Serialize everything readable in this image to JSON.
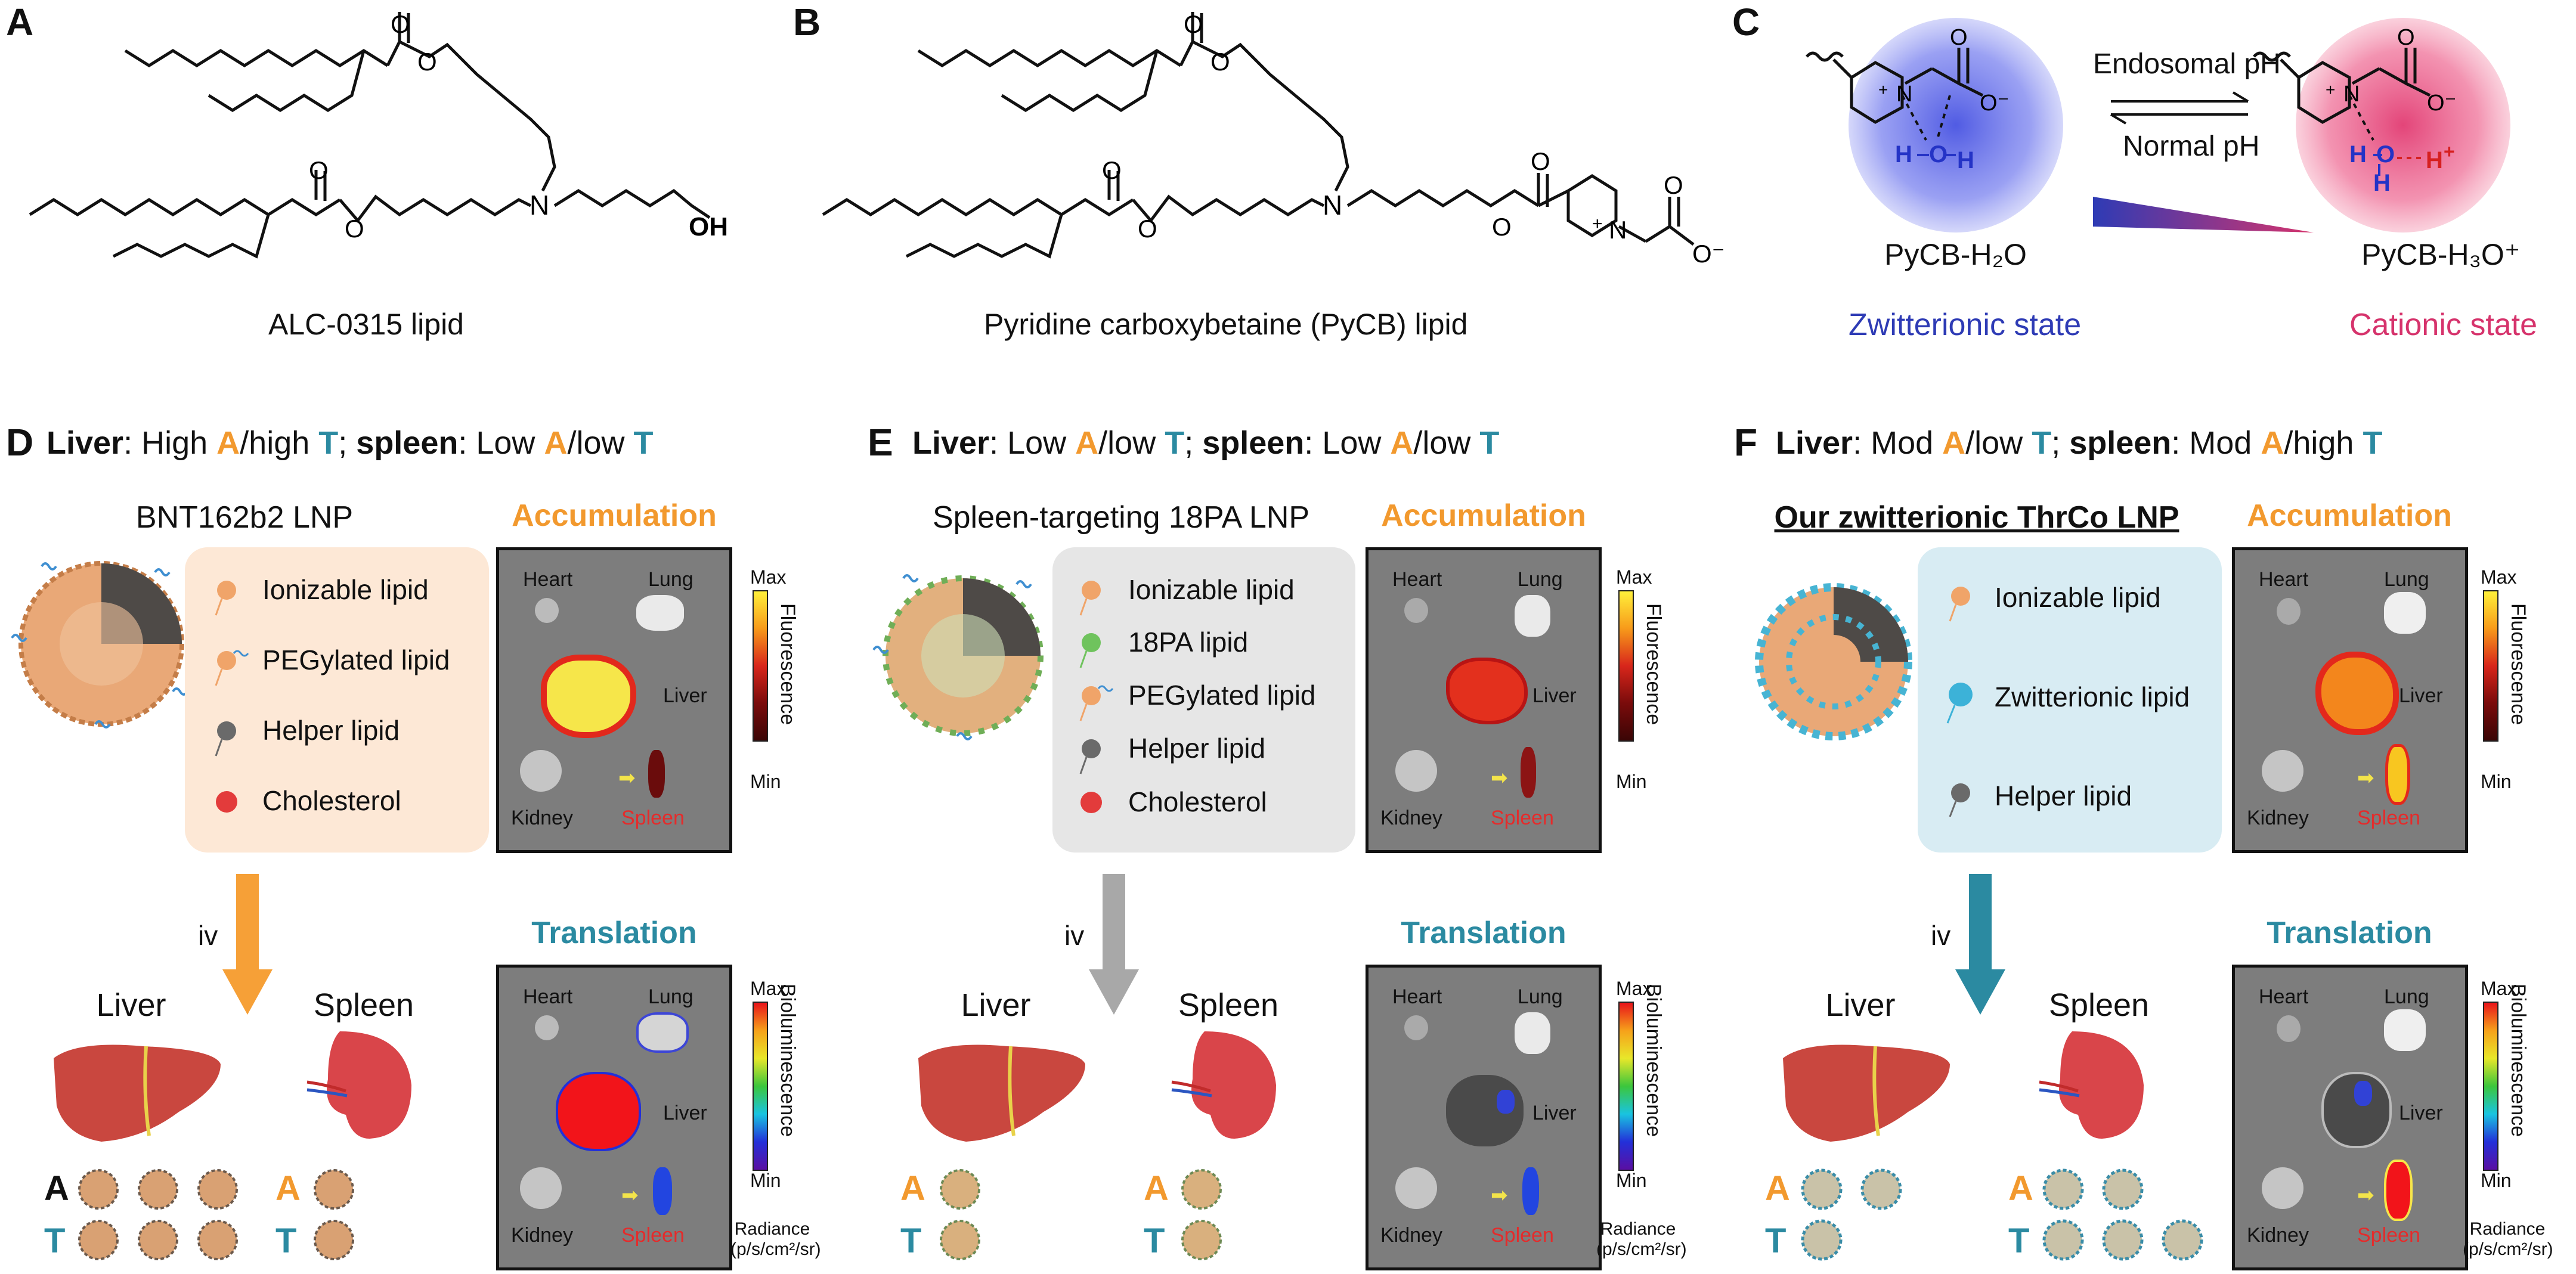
{
  "panels": {
    "A": {
      "letter": "A",
      "caption": "ALC-0315 lipid",
      "oh": "OH",
      "n": "N",
      "o": "O"
    },
    "B": {
      "letter": "B",
      "caption": "Pyridine carboxybetaine (PyCB) lipid",
      "n": "N",
      "o": "O",
      "plus": "+",
      "ominus": "O⁻"
    },
    "C": {
      "letter": "C",
      "arrow_top": "Endosomal pH",
      "arrow_bottom": "Normal pH",
      "left_name": "PyCB-H₂O",
      "right_name": "PyCB-H₃O⁺",
      "left_state": "Zwitterionic state",
      "right_state": "Cationic state",
      "atoms": {
        "n": "N",
        "o": "O",
        "h": "H",
        "plus": "+",
        "ominus": "O⁻"
      }
    },
    "D": {
      "letter": "D",
      "h_liver": "Liver",
      "h_p1": ": High ",
      "h_a1": "A",
      "h_p2": "/high ",
      "h_t1": "T",
      "h_p3": "; ",
      "h_spleen": "spleen",
      "h_p4": ": Low ",
      "h_a2": "A",
      "h_p5": "/low ",
      "h_t2": "T",
      "lnp_title": "BNT162b2 LNP",
      "legend": [
        "Ionizable lipid",
        "PEGylated lipid",
        "Helper lipid",
        "Cholesterol"
      ],
      "iv": "iv",
      "organ_liver": "Liver",
      "organ_spleen": "Spleen",
      "accumulation": "Accumulation",
      "translation": "Translation",
      "a": "A",
      "t": "T"
    },
    "E": {
      "letter": "E",
      "h_liver": "Liver",
      "h_p1": ": Low ",
      "h_a1": "A",
      "h_p2": "/low ",
      "h_t1": "T",
      "h_p3": "; ",
      "h_spleen": "spleen",
      "h_p4": ": Low ",
      "h_a2": "A",
      "h_p5": "/low ",
      "h_t2": "T",
      "lnp_title": "Spleen-targeting 18PA LNP",
      "legend": [
        "Ionizable lipid",
        "18PA lipid",
        "PEGylated lipid",
        "Helper lipid",
        "Cholesterol"
      ],
      "iv": "iv",
      "organ_liver": "Liver",
      "organ_spleen": "Spleen",
      "accumulation": "Accumulation",
      "translation": "Translation",
      "a": "A",
      "t": "T"
    },
    "F": {
      "letter": "F",
      "h_liver": "Liver",
      "h_p1": ": Mod ",
      "h_a1": "A",
      "h_p2": "/low ",
      "h_t1": "T",
      "h_p3": "; ",
      "h_spleen": "spleen",
      "h_p4": ": Mod ",
      "h_a2": "A",
      "h_p5": "/high ",
      "h_t2": "T",
      "lnp_title": "Our zwitterionic ThrCo LNP",
      "legend": [
        "Ionizable lipid",
        "Zwitterionic lipid",
        "Helper lipid"
      ],
      "iv": "iv",
      "organ_liver": "Liver",
      "organ_spleen": "Spleen",
      "accumulation": "Accumulation",
      "translation": "Translation",
      "a": "A",
      "t": "T"
    }
  },
  "imaging": {
    "heart": "Heart",
    "lung": "Lung",
    "liver": "Liver",
    "kidney": "Kidney",
    "spleen": "Spleen",
    "max": "Max",
    "min": "Min",
    "fluorescence": "Fluorescence",
    "bioluminescence": "Bioluminescence",
    "radiance_1": "Radiance",
    "radiance_2": "(p/s/cm²/sr)"
  },
  "colors": {
    "accumulation": "#f2992e",
    "translation": "#2b8aa1",
    "zwitterionic": "#2e3bb5",
    "cationic": "#d6336c",
    "spleen_label": "#e52b2b"
  }
}
